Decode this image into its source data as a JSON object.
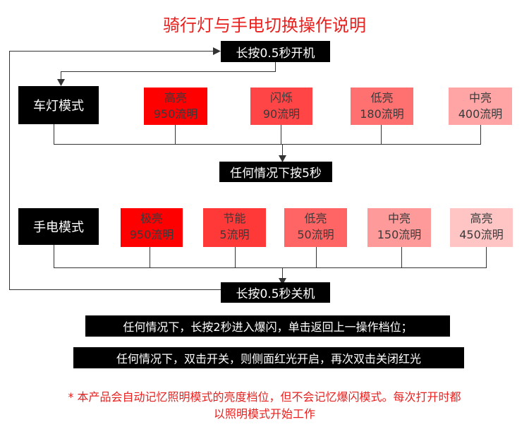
{
  "title": "骑行灯与手电切换操作说明",
  "power_on": "长按0.5秒开机",
  "bike_mode": {
    "label": "车灯模式",
    "levels": [
      {
        "name": "高亮",
        "value": "950流明",
        "color": "#ff0000"
      },
      {
        "name": "闪烁",
        "value": "90流明",
        "color": "#ff4545"
      },
      {
        "name": "低亮",
        "value": "180流明",
        "color": "#ff7070"
      },
      {
        "name": "中亮",
        "value": "400流明",
        "color": "#ffa5a5"
      }
    ]
  },
  "any_case_5s": "任何情况下按5秒",
  "flashlight_mode": {
    "label": "手电模式",
    "levels": [
      {
        "name": "极亮",
        "value": "950流明",
        "color": "#ff0000"
      },
      {
        "name": "节能",
        "value": "5流明",
        "color": "#ff3838"
      },
      {
        "name": "低亮",
        "value": "50流明",
        "color": "#ff6565"
      },
      {
        "name": "中亮",
        "value": "150流明",
        "color": "#ff9a9a"
      },
      {
        "name": "高亮",
        "value": "450流明",
        "color": "#ffc4c4"
      }
    ]
  },
  "power_off": "长按0.5秒关机",
  "info_1": "任何情况下，长按2秒进入爆闪，单击返回上一操作档位；",
  "info_2": "任何情况下，双击开关，则侧面红光开启，再次双击关闭红光",
  "footnote": {
    "line1": "* 本产品会自动记忆照明模式的亮度档位，但不会记忆爆闪模式。每次打开时都",
    "line2": "以照明模式开始工作"
  }
}
